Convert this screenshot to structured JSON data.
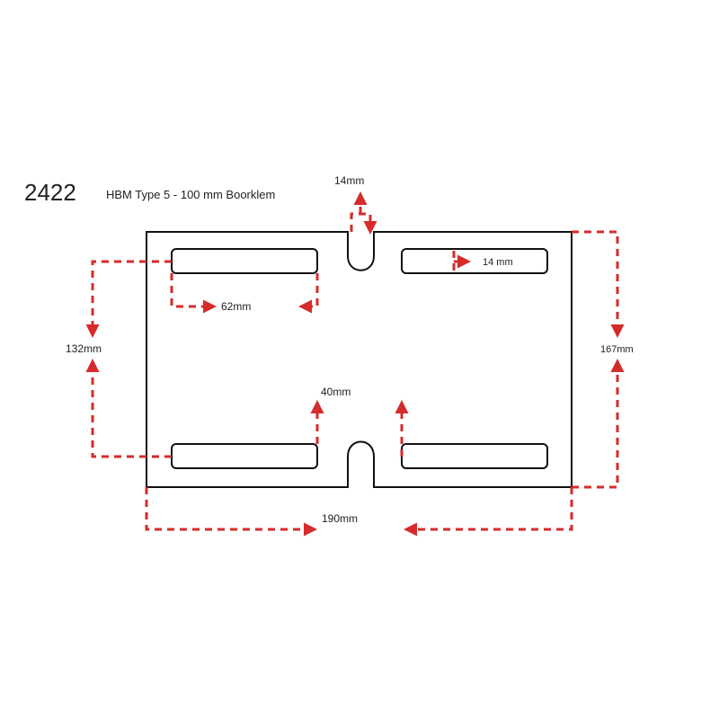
{
  "header": {
    "part_number": "2422",
    "title": "HBM Type 5 - 100 mm Boorklem"
  },
  "colors": {
    "outline": "#111111",
    "dimension": "#d62b2b",
    "text": "#222222",
    "background": "#ffffff"
  },
  "dimensions": {
    "notch_width": "14mm",
    "slot_width": "14 mm",
    "slot_length": "62mm",
    "slot_spacing": "132mm",
    "plate_height": "167mm",
    "slot_gap": "40mm",
    "plate_width": "190mm"
  }
}
